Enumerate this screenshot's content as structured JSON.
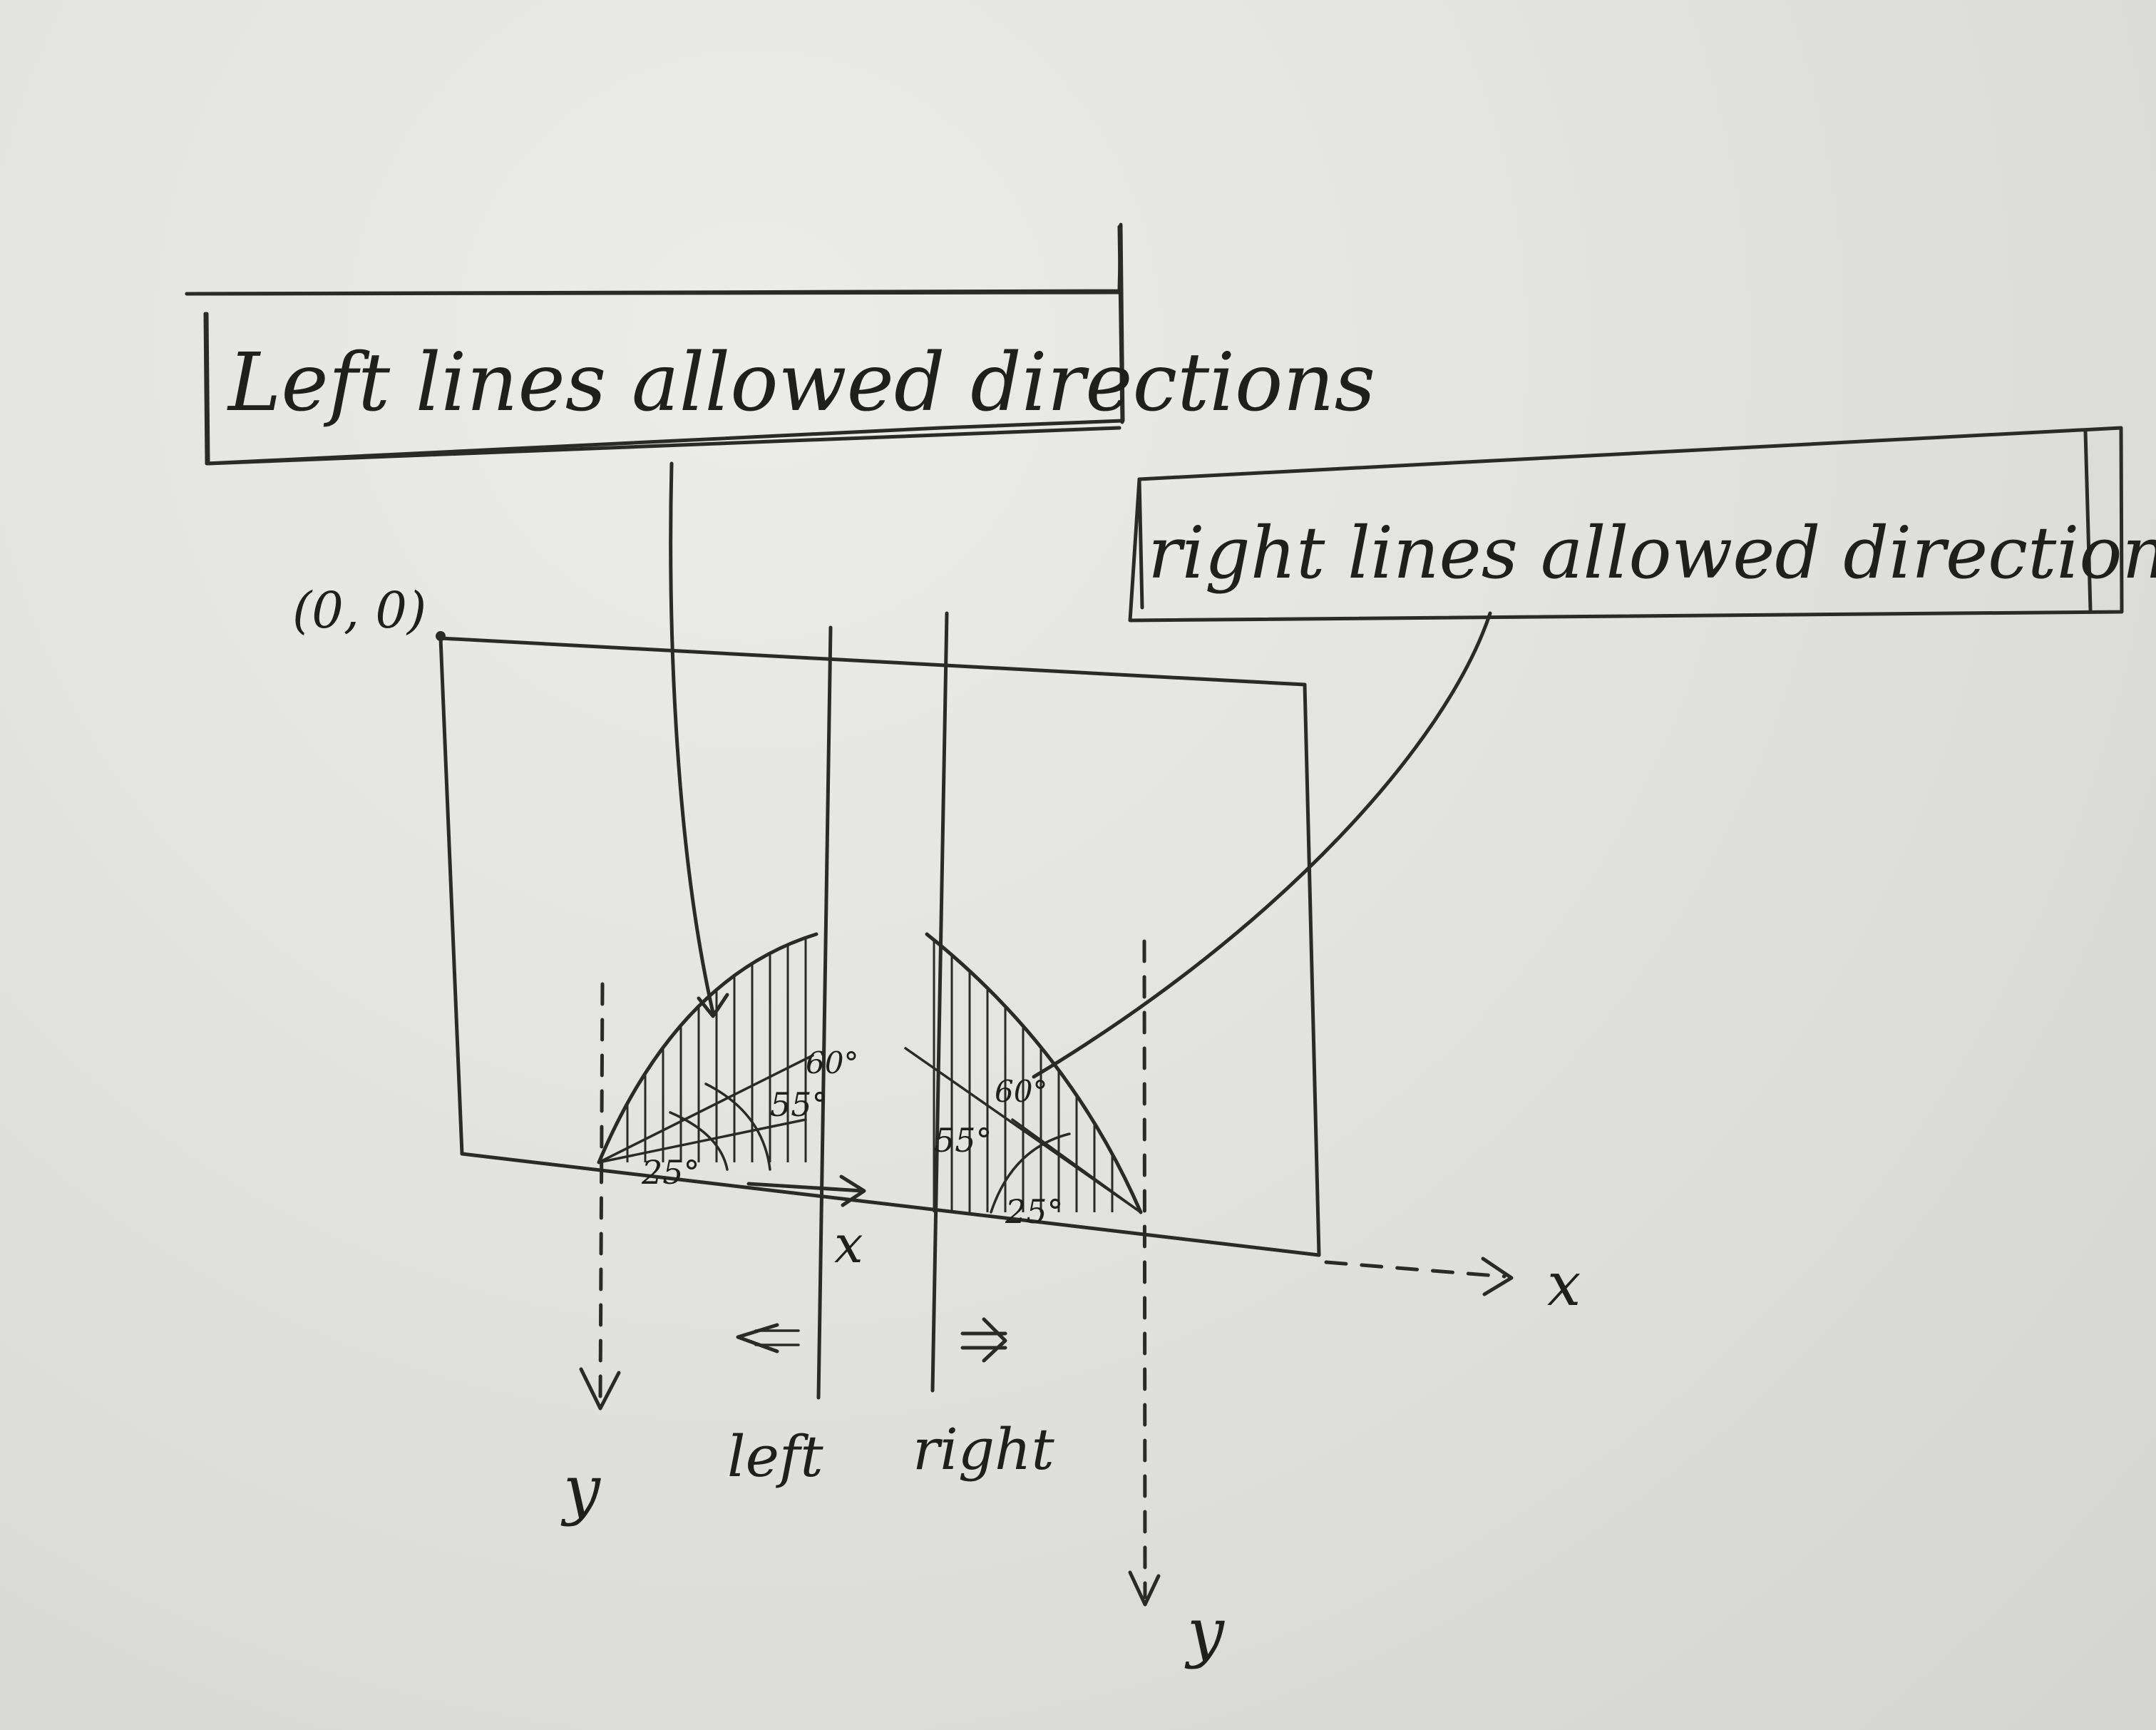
{
  "labels": {
    "left_box": "Left lines allowed directions",
    "right_box": "right lines allowed directions",
    "origin": "(0, 0)",
    "inner_x": "x",
    "outer_x": "x",
    "y_left": "y",
    "y_right": "y",
    "left": "left",
    "right": "right"
  },
  "angles": {
    "left_small": "25°",
    "left_mid": "55°",
    "left_top": "60°",
    "right_small": "25°",
    "right_mid": "55°",
    "right_top": "60°"
  },
  "colors": {
    "ink": "#2a2a28",
    "paper": "#e4e4e2"
  }
}
